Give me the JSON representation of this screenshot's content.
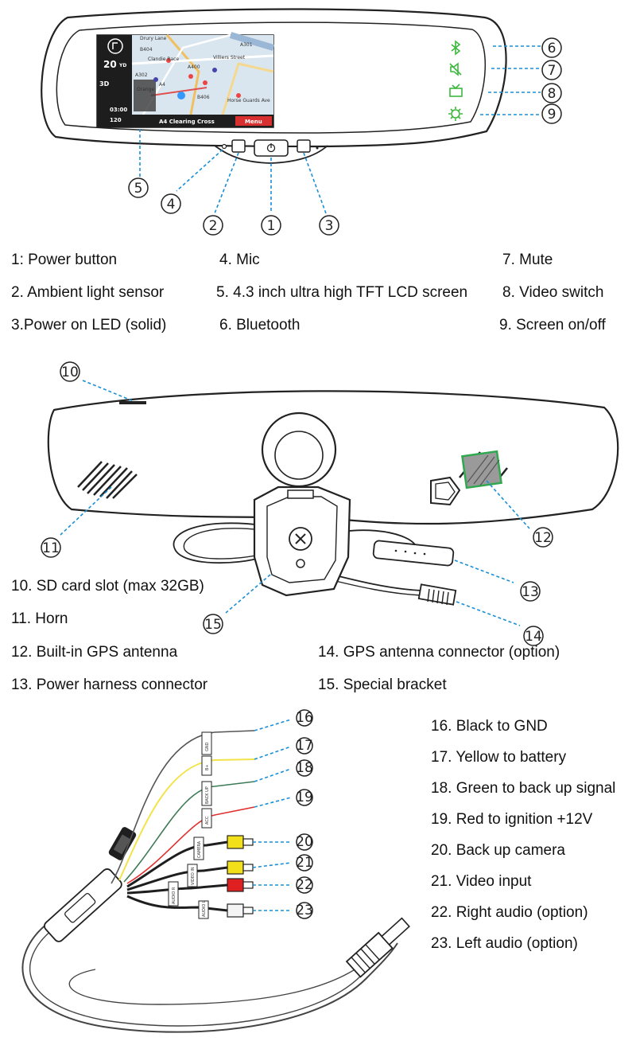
{
  "screen": {
    "turn_distance": "20",
    "turn_unit": "YD",
    "mode_3d": "3D",
    "time": "03:00",
    "speed": "120",
    "street": "A4 Clearing Cross",
    "menu": "Menu",
    "map_labels": [
      "Drury Lane",
      "Clandie Race",
      "Villiers Street",
      "Horse Guards Ave",
      "A301",
      "A400",
      "A302",
      "A4",
      "B404",
      "B406",
      "Orange"
    ]
  },
  "callout_numbers": [
    "1",
    "2",
    "3",
    "4",
    "5",
    "6",
    "7",
    "8",
    "9",
    "10",
    "11",
    "12",
    "13",
    "14",
    "15",
    "16",
    "17",
    "18",
    "19",
    "20",
    "21",
    "22",
    "23"
  ],
  "labels": [
    "1: Power button",
    "4. Mic",
    "7. Mute",
    "2. Ambient light sensor",
    "5. 4.3 inch ultra high TFT LCD screen",
    "8. Video switch",
    "3.Power on LED (solid)",
    "6. Bluetooth",
    "9.  Screen on/off",
    "10. SD card slot (max 32GB)",
    "11. Horn",
    "12. Built-in GPS antenna",
    "14. GPS antenna connector (option)",
    "13. Power harness connector",
    "15. Special bracket",
    "16. Black to GND",
    "17. Yellow to battery",
    "18. Green to back up signal",
    "19. Red to ignition +12V",
    "20. Back up camera",
    "21. Video input",
    "22. Right audio (option)",
    "23. Left audio (option)"
  ],
  "harness_tags": [
    "GND",
    "B+",
    "BACK UP",
    "ACC",
    "CAMERA",
    "VIDEO IN",
    "AUDIO R",
    "AUDIO L"
  ],
  "colors": {
    "leader": "#1a8fd6",
    "button_icons": "#3db83d",
    "wire_black": "#555555",
    "wire_yellow": "#f3e34a",
    "wire_green": "#3e7a55",
    "wire_red": "#e03030",
    "rca_yellow": "#f2e01a",
    "rca_red": "#e02020",
    "rca_white": "#f4f4f4",
    "menu_button": "#d83030"
  },
  "icons": [
    "bluetooth-icon",
    "mute-icon",
    "video-switch-icon",
    "screen-toggle-icon",
    "power-icon",
    "turn-arrow-icon"
  ]
}
